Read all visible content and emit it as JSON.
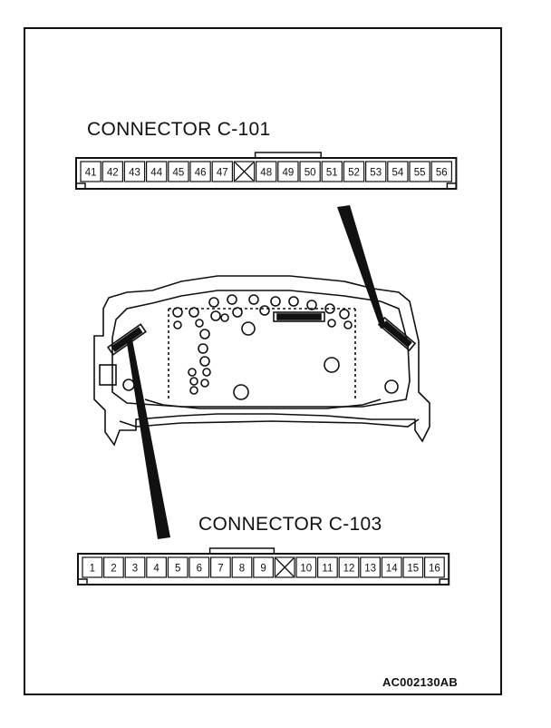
{
  "connectors": [
    {
      "title": "CONNECTOR C-101",
      "pins": [
        "41",
        "42",
        "43",
        "44",
        "45",
        "46",
        "47",
        "",
        "48",
        "49",
        "50",
        "51",
        "52",
        "53",
        "54",
        "55",
        "56"
      ]
    },
    {
      "title": "CONNECTOR C-103",
      "pins": [
        "1",
        "2",
        "3",
        "4",
        "5",
        "6",
        "7",
        "8",
        "9",
        "",
        "10",
        "11",
        "12",
        "13",
        "14",
        "15",
        "16"
      ]
    }
  ],
  "reference_code": "AC002130AB"
}
